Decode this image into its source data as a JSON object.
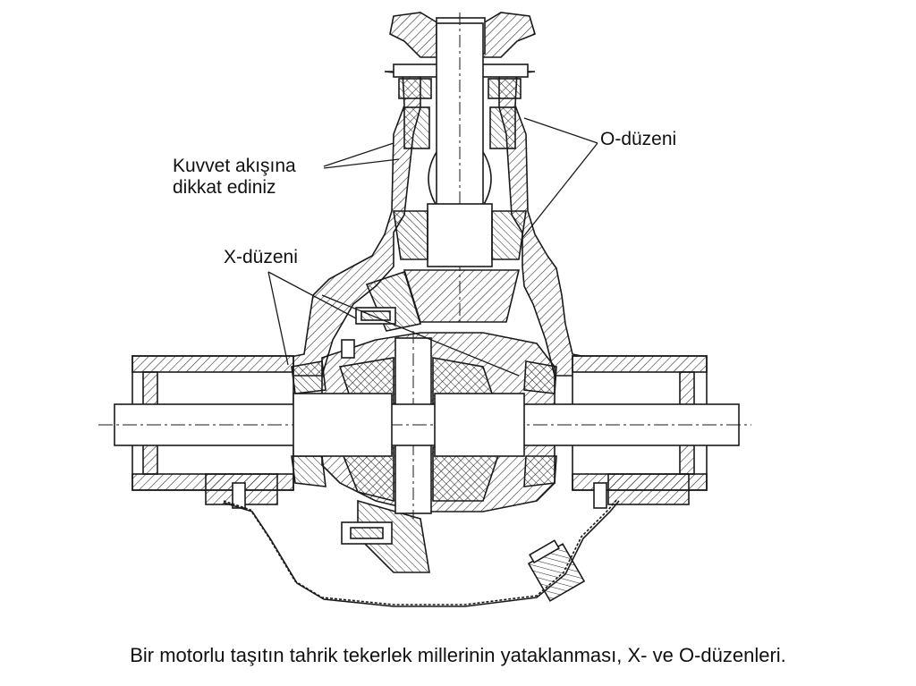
{
  "labels": {
    "force_flow_line1": "Kuvvet akışına",
    "force_flow_line2": "dikkat  ediniz",
    "x_arrangement": "X-düzeni",
    "o_arrangement": "O-düzeni"
  },
  "caption": "Bir motorlu taşıtın tahrik tekerlek millerinin yataklanması, X- ve O-düzenleri.",
  "colors": {
    "ink": "#1a1a1a",
    "background": "#ffffff"
  }
}
